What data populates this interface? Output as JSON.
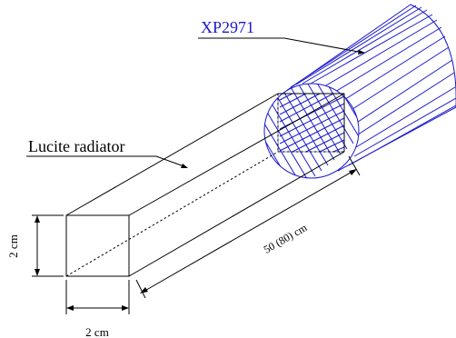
{
  "labels": {
    "pmt": "XP2971",
    "radiator": "Lucite radiator",
    "height": "2 cm",
    "width": "2 cm",
    "length": "50 (80) cm"
  },
  "colors": {
    "pmt": "#1a1acc",
    "lines": "#000000",
    "background": "#ffffff"
  }
}
